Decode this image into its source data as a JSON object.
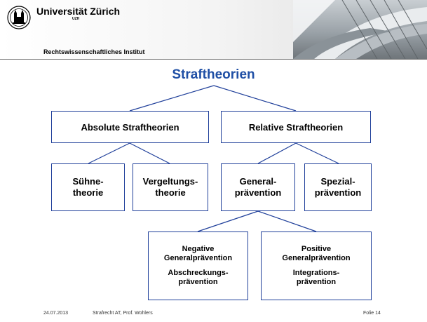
{
  "header": {
    "university_line1": "Universität",
    "university_line2": "Zürich",
    "uzh_mark": "UZH",
    "institute": "Rechtswissenschaftliches Institut"
  },
  "diagram": {
    "title": "Straftheorien",
    "absolute": "Absolute Straftheorien",
    "relative": "Relative Straftheorien",
    "suehne": [
      "Sühne-",
      "theorie"
    ],
    "vergeltung": [
      "Vergeltungs-",
      "theorie"
    ],
    "general": [
      "General-",
      "prävention"
    ],
    "spezial": [
      "Spezial-",
      "prävention"
    ],
    "negative": [
      "Negative",
      "Generalprävention",
      "Abschreckungs-",
      "prävention"
    ],
    "positive": [
      "Positive",
      "Generalprävention",
      "Integrations-",
      "prävention"
    ]
  },
  "footer": {
    "date": "24.07.2013",
    "course": "Strafrecht AT, Prof. Wohlers",
    "slide": "Folie 14"
  },
  "colors": {
    "title": "#1f4fa5",
    "border": "#1f3f9a"
  }
}
